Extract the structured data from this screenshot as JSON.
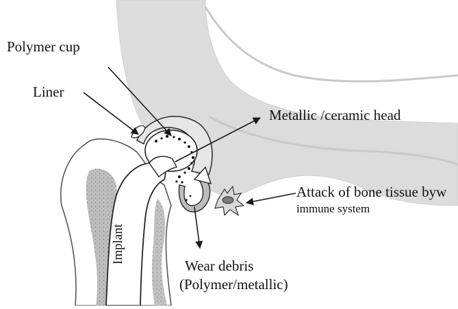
{
  "labels": {
    "polymer_cup": "Polymer cup",
    "liner": "Liner",
    "head": "Metallic /ceramic head",
    "attack_line1": "Attack of bone tissue byw",
    "attack_line2": "immune system",
    "implant": "Implant",
    "debris_line1": "Wear debris",
    "debris_line2": "(Polymer/metallic)"
  },
  "colors": {
    "bone_light": "#dadada",
    "bone_mid": "#c7c7c7",
    "bone_speckle": "#8f8f8f",
    "implant_fill": "#ffffff",
    "line": "#1a1a1a",
    "arrow_fill": "#bdbdbd"
  }
}
